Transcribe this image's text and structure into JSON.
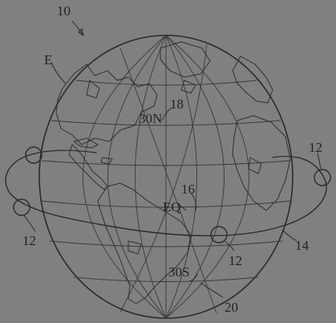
{
  "figure": {
    "ref_numeral": "10",
    "globe_label": "E",
    "lat_30n_label": "30N",
    "lat_30n_ref": "18",
    "equator_label": "EQ",
    "equator_ref": "16",
    "lat_30s_label": "30S",
    "lat_30s_ref": "20",
    "orbit_ref": "14",
    "satellite_refs": [
      "12",
      "12",
      "12"
    ]
  },
  "colors": {
    "background": "#808080",
    "ink": "#2b2b2b"
  }
}
